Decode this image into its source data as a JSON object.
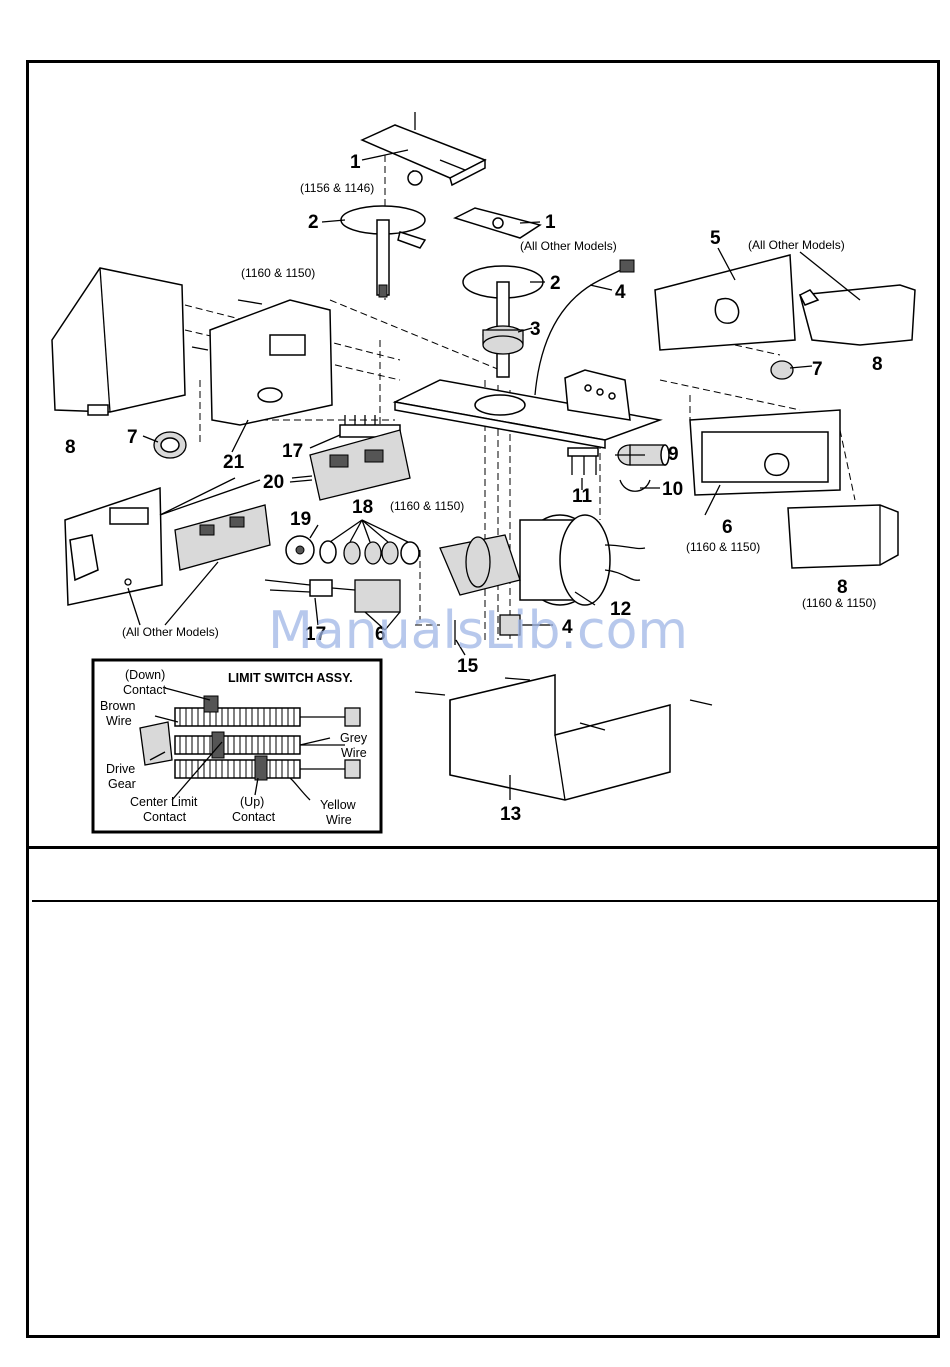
{
  "watermark": "ManualsLib.com",
  "limit_switch": {
    "title": "LIMIT SWITCH ASSY.",
    "down_contact": [
      "(Down)",
      "Contact"
    ],
    "brown_wire": [
      "Brown",
      "Wire"
    ],
    "drive_gear": [
      "Drive",
      "Gear"
    ],
    "center_limit": [
      "Center Limit",
      "Contact"
    ],
    "up_contact": [
      "(Up)",
      "Contact"
    ],
    "grey_wire": [
      "Grey",
      "Wire"
    ],
    "yellow_wire": [
      "Yellow",
      "Wire"
    ]
  },
  "callouts": {
    "c1a": "1",
    "c1b": "1",
    "c2a": "2",
    "c2b": "2",
    "c3": "3",
    "c4a": "4",
    "c4b": "4",
    "c5": "5",
    "c6a": "6",
    "c6b": "6",
    "c7a": "7",
    "c7b": "7",
    "c8a": "8",
    "c8b": "8",
    "c8c": "8",
    "c9": "9",
    "c10": "10",
    "c11": "11",
    "c12": "12",
    "c13": "13",
    "c15": "15",
    "c17a": "17",
    "c17b": "17",
    "c18": "18",
    "c19": "19",
    "c20": "20",
    "c21": "21"
  },
  "model_labels": {
    "m1156_1146": "(1156 & 1146)",
    "all_other_1": "(All Other Models)",
    "m1160_1150_top": "(1160 & 1150)",
    "all_other_5": "(All Other Models)",
    "m1160_1150_board": "(1160 & 1150)",
    "m1160_1150_6": "(1160 & 1150)",
    "m1160_1150_8": "(1160 & 1150)",
    "all_other_21": "(All Other Models)"
  }
}
